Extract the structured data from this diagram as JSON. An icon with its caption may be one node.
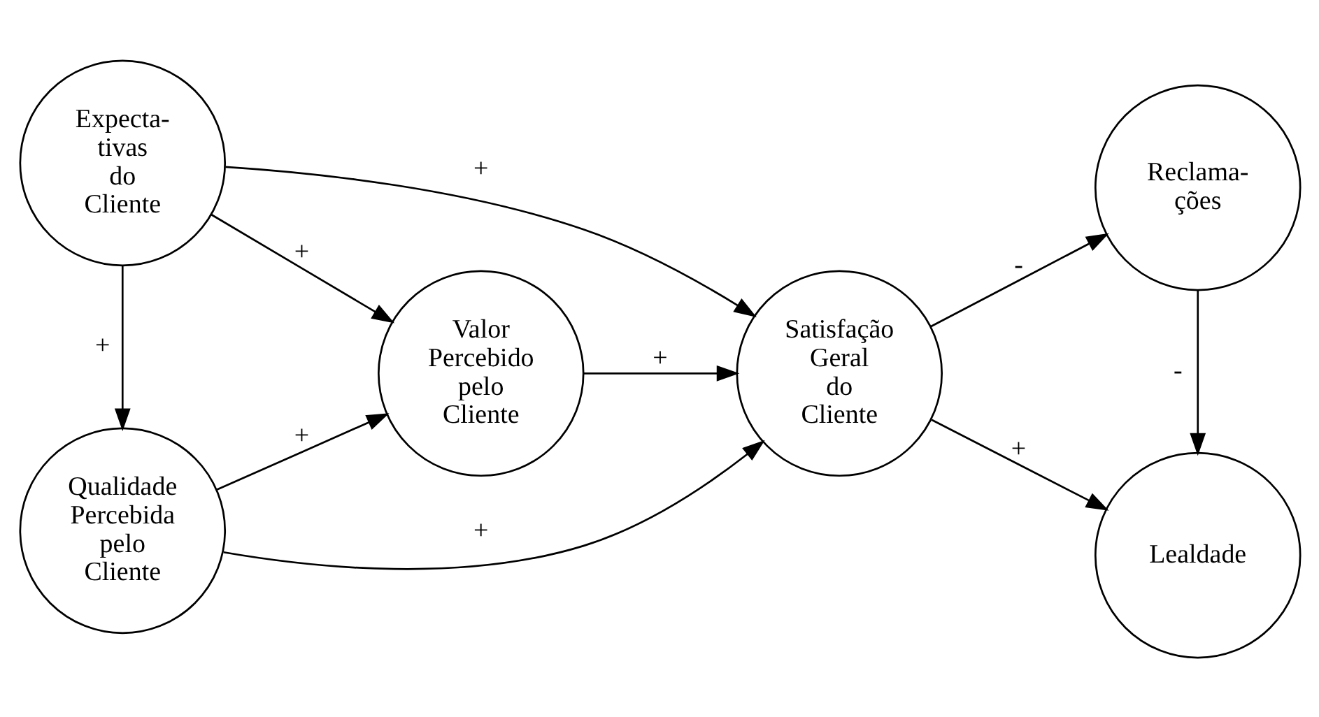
{
  "diagram": {
    "nodes": [
      {
        "text": [
          "Qualidade Percebida pelo Cliente"
        ]
      },
      {
        "text": [
          "Reclama- ções"
        ]
      },
      {
        "text": [
          "Valor Percebido pelo Cliente"
        ]
      },
      {
        "text": [
          "Satisfação Geral do Cliente"
        ]
      },
      {
        "text": [
          "Expecta- tivas do Cliente"
        ]
      },
      {
        "text": [
          "Lealdade"
        ]
      }
    ],
    "edges": [
      {
        "from": 4,
        "to": 0,
        "arrow": "to",
        "label": "+"
      },
      {
        "from": 0,
        "to": 2,
        "arrow": "to",
        "label": "+"
      },
      {
        "from": 0,
        "to": 3,
        "arrow": "to",
        "label": "+"
      },
      {
        "from": 4,
        "to": 2,
        "arrow": "to",
        "label": "+"
      },
      {
        "from": 4,
        "to": 3,
        "arrow": "to",
        "label": "+"
      },
      {
        "from": 2,
        "to": 3,
        "arrow": "to",
        "label": "+"
      },
      {
        "from": 3,
        "to": 1,
        "arrow": "to",
        "label": "-"
      },
      {
        "from": 3,
        "to": 5,
        "arrow": "to",
        "label": "+"
      },
      {
        "from": 1,
        "to": 5,
        "arrow": "to",
        "label": "-"
      }
    ]
  }
}
